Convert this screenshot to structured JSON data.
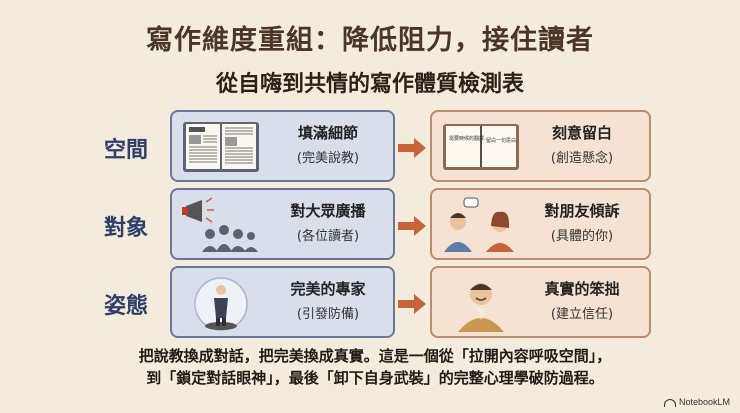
{
  "title": "寫作維度重組：降低阻力，接住讀者",
  "subtitle": "從自嗨到共情的寫作體質檢測表",
  "rows": [
    {
      "label": "空間",
      "left": {
        "main": "填滿細節",
        "sub": "(完美說教)",
        "icon": "dense-book-icon"
      },
      "right": {
        "main": "刻意留白",
        "sub": "(創造懸念)",
        "icon": "open-notebook-icon",
        "notes": [
          "需要時候的翻譯…",
          "留白一句思白"
        ]
      }
    },
    {
      "label": "對象",
      "left": {
        "main": "對大眾廣播",
        "sub": "(各位讀者)",
        "icon": "megaphone-crowd-icon"
      },
      "right": {
        "main": "對朋友傾訴",
        "sub": "(具體的你)",
        "icon": "two-friends-talking-icon"
      }
    },
    {
      "label": "姿態",
      "left": {
        "main": "完美的專家",
        "sub": "(引發防備)",
        "icon": "expert-in-bubble-icon"
      },
      "right": {
        "main": "真實的笨拙",
        "sub": "(建立信任)",
        "icon": "smiling-person-icon"
      }
    }
  ],
  "footer": {
    "line1": "把說教換成對話，把完美換成真實。這是一個從「拉開內容呼吸空間」，",
    "line2": "到「鎖定對話眼神」，最後「卸下自身武裝」的完整心理學破防過程。"
  },
  "brand": "NotebookLM",
  "colors": {
    "background": "#f3ecdc",
    "left_card": "#d9deeb",
    "right_card": "#f6e2d3",
    "arrow": "#c8643c",
    "label": "#2f3f6a"
  }
}
